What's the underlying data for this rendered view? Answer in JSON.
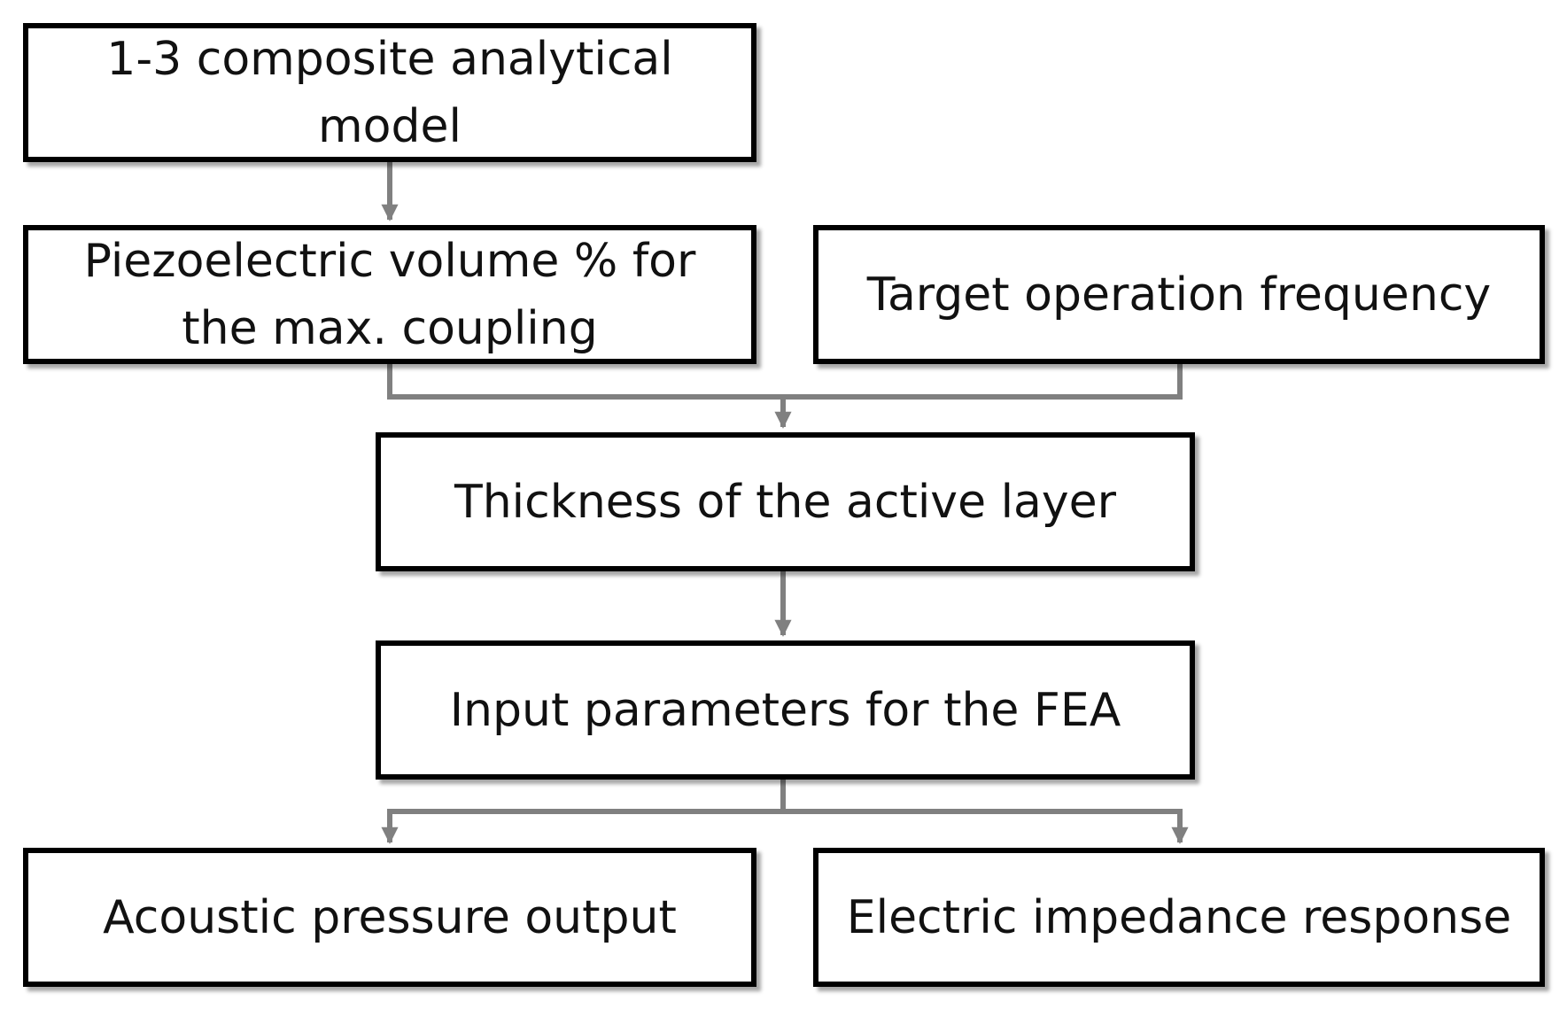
{
  "diagram": {
    "connector_color": "#808080",
    "nodes": {
      "model": {
        "text": "1-3 composite analytical model"
      },
      "volume": {
        "text": "Piezoelectric volume % for the max. coupling"
      },
      "frequency": {
        "text": "Target operation frequency"
      },
      "thickness": {
        "text": "Thickness of the active layer"
      },
      "input": {
        "text": "Input parameters for the FEA"
      },
      "acoustic": {
        "text": "Acoustic pressure output"
      },
      "impedance": {
        "text": "Electric impedance response"
      }
    },
    "edges": [
      {
        "from": "model",
        "to": "volume"
      },
      {
        "from": "volume",
        "to": "thickness"
      },
      {
        "from": "frequency",
        "to": "thickness"
      },
      {
        "from": "thickness",
        "to": "input"
      },
      {
        "from": "input",
        "to": "acoustic"
      },
      {
        "from": "input",
        "to": "impedance"
      }
    ]
  }
}
